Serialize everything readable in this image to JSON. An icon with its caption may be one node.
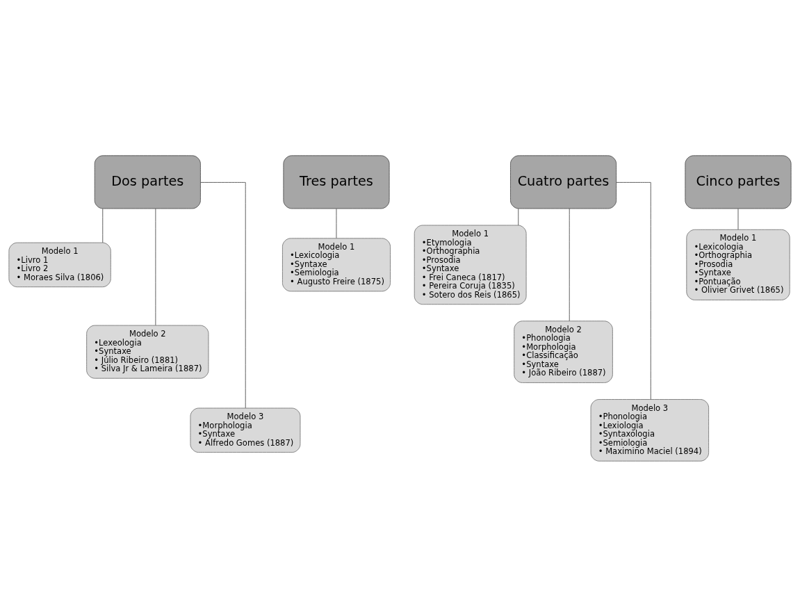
{
  "diagram": {
    "nodes": [
      {
        "text": [
          "Dos partes"
        ]
      },
      {
        "text": [
          "Modelo 1",
          "•Livro 1",
          "•Livro 2",
          "• Moraes Silva (1806)"
        ]
      },
      {
        "text": [
          "Modelo 2",
          "•Lexeologia",
          "•Syntaxe",
          "• Júlio Ribeiro (1881)",
          "• Silva Jr & Lameira (1887)"
        ]
      },
      {
        "text": [
          "Modelo 3",
          "•Morphologia",
          "•Syntaxe",
          "• Alfredo Gomes (1887)"
        ]
      },
      {
        "text": [
          "Tres partes"
        ]
      },
      {
        "text": [
          "Modelo 1",
          "•Lexicologia",
          "•Syntaxe",
          "•Semiologia",
          "• Augusto Freire (1875)"
        ]
      },
      {
        "text": [
          "Cuatro partes"
        ]
      },
      {
        "text": [
          "Modelo 1",
          "•Etymologia",
          "•Orthographia",
          "•Prosodia",
          "•Syntaxe",
          "• Frei Caneca (1817)",
          "• Pereira Coruja (1835)",
          "• Sotero dos Reis (1865)"
        ]
      },
      {
        "text": [
          "Modelo 2",
          "•Phonologia",
          "•Morphologia",
          "•Classificação",
          "•Syntaxe",
          "• João Ribeiro (1887)"
        ]
      },
      {
        "text": [
          "Modelo 3",
          "•Phonologia",
          "•Lexiologia",
          "•Syntaxologia",
          "•Semiologia",
          "• Maximino Maciel (1894)"
        ]
      },
      {
        "text": [
          "Cinco partes"
        ]
      },
      {
        "text": [
          "Modelo 1",
          "•Lexicologia",
          "•Orthographia",
          "•Prosodia",
          "•Syntaxe",
          "•Pontuação",
          "• Olivier Grivet (1865)"
        ]
      }
    ],
    "edges": [
      {
        "from": 0,
        "to": 1,
        "arrow": "none"
      },
      {
        "from": 0,
        "to": 2,
        "arrow": "none"
      },
      {
        "from": 0,
        "to": 3,
        "arrow": "none"
      },
      {
        "from": 4,
        "to": 5,
        "arrow": "none"
      },
      {
        "from": 6,
        "to": 7,
        "arrow": "none"
      },
      {
        "from": 6,
        "to": 8,
        "arrow": "none"
      },
      {
        "from": 6,
        "to": 9,
        "arrow": "none"
      },
      {
        "from": 10,
        "to": 11,
        "arrow": "none"
      }
    ]
  }
}
